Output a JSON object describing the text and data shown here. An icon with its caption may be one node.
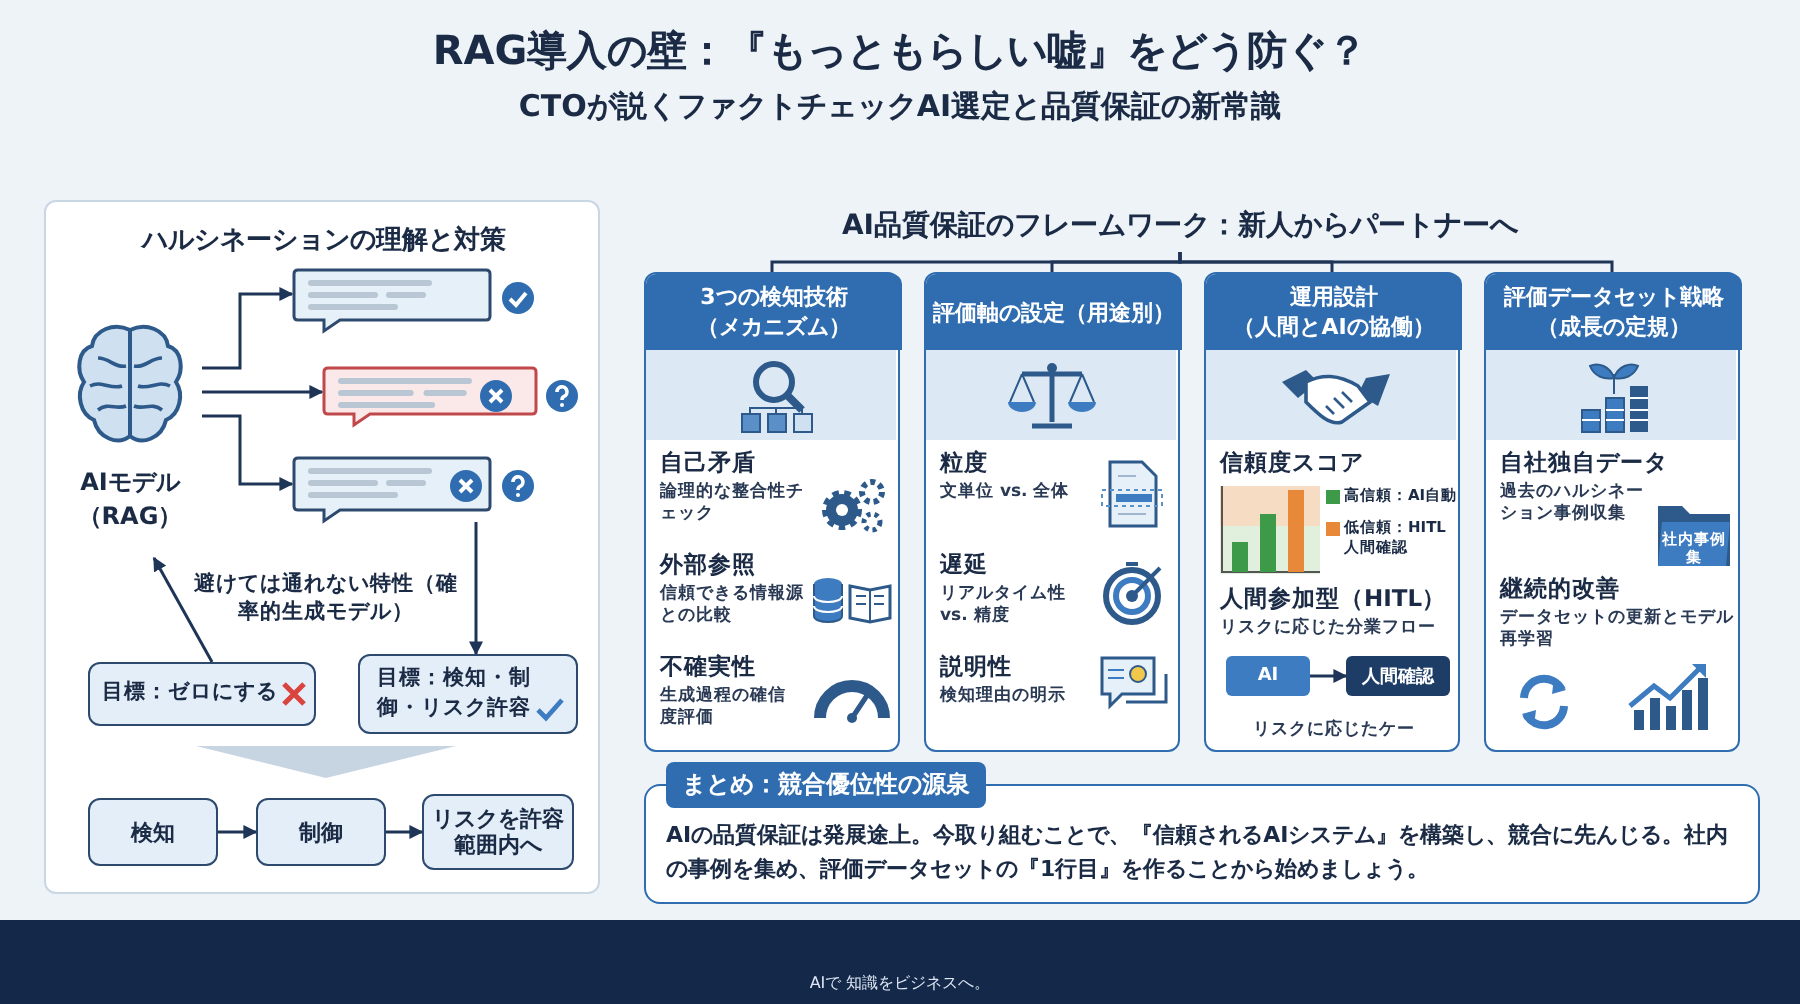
{
  "diagram": {
    "title": "RAG導入の壁：『もっともらしい嘘』をどう防ぐ？",
    "nodes": [
      {
        "text": [
          "ハルシネーションの理解と対策"
        ]
      },
      {
        "text": [
          "AIモデル（RAG）"
        ],
        "in": 0
      },
      {
        "text": [],
        "shape": "bubble",
        "in": 0
      },
      {
        "text": [],
        "shape": "bubble",
        "in": 0
      },
      {
        "text": [],
        "shape": "bubble",
        "in": 0
      },
      {
        "text": [
          "目標：ゼロにする"
        ],
        "in": 0
      },
      {
        "text": [
          "目標：検知・制御・リスク許容"
        ],
        "in": 0
      },
      {
        "text": [
          "検知"
        ],
        "in": 0
      },
      {
        "text": [
          "制御"
        ],
        "in": 0
      },
      {
        "text": [
          "リスクを許容範囲内へ"
        ],
        "in": 0
      },
      {
        "text": [
          "AI品質保証のフレームワーク：新人からパートナーへ"
        ]
      },
      {
        "text": [
          "3つの検知技術（メカニズム）",
          "自己矛盾",
          "論理的な整合性チェック",
          "外部参照",
          "信頼できる情報源との比較",
          "不確実性",
          "生成過程の確信度評価"
        ]
      },
      {
        "text": [
          "評価軸の設定（用途別）",
          "粒度",
          "文単位 vs. 全体",
          "遅延",
          "リアルタイム性 vs. 精度",
          "説明性",
          "検知理由の明示"
        ]
      },
      {
        "text": [
          "運用設計（人間とAIの協働）",
          "信頼度スコア",
          "人間参加型（HITL）",
          "リスクに応じた分業フロー",
          "リスクに応じたケー"
        ]
      },
      {
        "text": [
          "AI"
        ],
        "in": 13
      },
      {
        "text": [
          "人間確認"
        ],
        "in": 13
      },
      {
        "text": [
          "評価データセット戦略（成長の定規）",
          "自社独自データ",
          "過去のハルシネーション事例収集",
          "社内事例集",
          "継続的改善",
          "データセットの更新とモデル再学習"
        ]
      },
      {
        "text": [
          "まとめ：競合優位性の源泉",
          "AIの品質保証は発展途上。今取り組むことで、『信頼されるAIシステム』を構築し、競合に先んじる。社内の事例を集め、評価データセットの『1行目』を作ることから始めましょう。"
        ]
      },
      {
        "text": [],
        "shape": "arrow",
        "in": 0
      }
    ],
    "edges": [
      {
        "from": 1,
        "to": 2,
        "arrow": "to"
      },
      {
        "from": 1,
        "to": 3,
        "arrow": "to"
      },
      {
        "from": 1,
        "to": 4,
        "arrow": "to"
      },
      {
        "from": 4,
        "to": 6,
        "arrow": "to"
      },
      {
        "from": 5,
        "to": 1,
        "arrow": "to"
      },
      {
        "from": 7,
        "to": 8,
        "arrow": "to"
      },
      {
        "from": 8,
        "to": 9,
        "arrow": "to"
      },
      {
        "from": 10,
        "to": 11,
        "arrow": "none"
      },
      {
        "from": 10,
        "to": 12,
        "arrow": "none"
      },
      {
        "from": 10,
        "to": 13,
        "arrow": "none"
      },
      {
        "from": 10,
        "to": 16,
        "arrow": "none"
      },
      {
        "from": 14,
        "to": 15,
        "arrow": "to"
      }
    ],
    "labels": [
      "CTOが説くファクトチェックAI選定と品質保証の新常識",
      "避けては通れない特性（確率的生成モデル）",
      "AIで 知識をビジネスへ。"
    ],
    "legend": [
      {
        "text": "高信頼：AI自動",
        "color": "#3c9a48"
      },
      {
        "text": "低信頼：HITL人間確認",
        "color": "#e8893a"
      }
    ]
  }
}
